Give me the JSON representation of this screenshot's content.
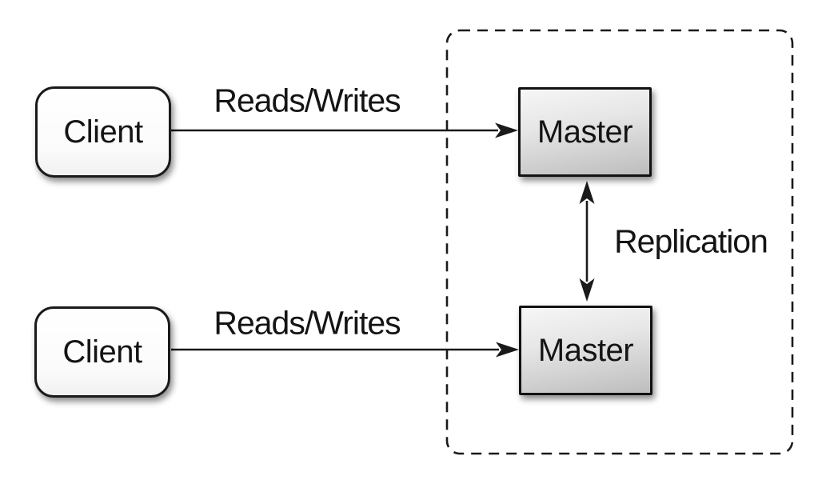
{
  "diagram": {
    "type": "architecture-diagram",
    "topic": "Master-Master replication with two clients",
    "nodes": {
      "client_top": {
        "label": "Client"
      },
      "client_bottom": {
        "label": "Client"
      },
      "master_top": {
        "label": "Master"
      },
      "master_bottom": {
        "label": "Master"
      }
    },
    "edges": {
      "reads_writes_top": {
        "label": "Reads/Writes",
        "from": "client_top",
        "to": "master_top",
        "direction": "one-way"
      },
      "reads_writes_bottom": {
        "label": "Reads/Writes",
        "from": "client_bottom",
        "to": "master_bottom",
        "direction": "one-way"
      },
      "replication": {
        "label": "Replication",
        "from": "master_top",
        "to": "master_bottom",
        "direction": "two-way"
      }
    },
    "boundary": {
      "style": "dashed-rounded-rectangle",
      "contains": [
        "master_top",
        "master_bottom"
      ]
    },
    "colors": {
      "background": "#ffffff",
      "stroke": "#1a1a1a",
      "text": "#141414",
      "client_fill": "#ffffff",
      "master_fill_top": "#f6f6f6",
      "master_fill_bottom": "#bdbdbd"
    }
  }
}
